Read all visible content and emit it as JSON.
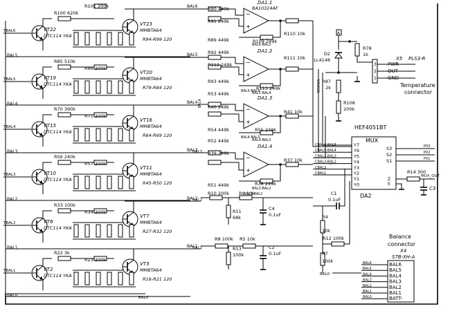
{
  "transistors": [
    {
      "ref": "VT23",
      "part": "MMBTA64"
    },
    {
      "ref": "VT22",
      "part": "DTC114 YKA"
    },
    {
      "ref": "VT20",
      "part": "MMBTA64"
    },
    {
      "ref": "VT19",
      "part": "DTC114 YKA"
    },
    {
      "ref": "VT16",
      "part": "MMBTA64"
    },
    {
      "ref": "VT15",
      "part": "DTC114 YKA"
    },
    {
      "ref": "VT11",
      "part": "MMBTA64"
    },
    {
      "ref": "VT10",
      "part": "DTC114 YKA"
    },
    {
      "ref": "VT7",
      "part": "MMBTA64"
    },
    {
      "ref": "VT6",
      "part": "DTC114 YKA"
    },
    {
      "ref": "VT3",
      "part": "MMBTA64"
    },
    {
      "ref": "VT2",
      "part": "DTC114 YKA"
    }
  ],
  "resistors": [
    {
      "ref": "R100",
      "value": "620k"
    },
    {
      "ref": "R101",
      "value": "200k"
    },
    {
      "ref": "R85",
      "value": "510k"
    },
    {
      "ref": "R86",
      "value": "200k"
    },
    {
      "ref": "R70",
      "value": "390k"
    },
    {
      "ref": "R71",
      "value": "200k"
    },
    {
      "ref": "R56",
      "value": "240k"
    },
    {
      "ref": "R57",
      "value": "200k"
    },
    {
      "ref": "R33",
      "value": "100k"
    },
    {
      "ref": "R34",
      "value": "200k"
    },
    {
      "ref": "R22",
      "value": "3k"
    },
    {
      "ref": "R23",
      "value": "200k"
    },
    {
      "ref": "R90",
      "value": "449k"
    },
    {
      "ref": "R91",
      "value": "249k"
    },
    {
      "ref": "R89",
      "value": "449k"
    },
    {
      "ref": "R92",
      "value": "449k"
    },
    {
      "ref": "R112",
      "value": "249k"
    },
    {
      "ref": "R93",
      "value": "449k"
    },
    {
      "ref": "R53",
      "value": "449k"
    },
    {
      "ref": "R40",
      "value": "249k"
    },
    {
      "ref": "R54",
      "value": "449k"
    },
    {
      "ref": "R52",
      "value": "449k"
    },
    {
      "ref": "R39",
      "value": "249k"
    },
    {
      "ref": "R51",
      "value": "449k"
    },
    {
      "ref": "R10",
      "value": "200k"
    },
    {
      "ref": "R9",
      "value": "10k"
    },
    {
      "ref": "R11",
      "value": "68k"
    },
    {
      "ref": "R8",
      "value": "100k"
    },
    {
      "ref": "R5",
      "value": "10k"
    },
    {
      "ref": "R13",
      "value": "100k"
    },
    {
      "ref": "R109",
      "value": "249k"
    },
    {
      "ref": "R110",
      "value": "10k"
    },
    {
      "ref": "R113",
      "value": "249k"
    },
    {
      "ref": "R111",
      "value": "10k"
    },
    {
      "ref": "R55",
      "value": "249k"
    },
    {
      "ref": "R41",
      "value": "10k"
    },
    {
      "ref": "R38",
      "value": "249k"
    },
    {
      "ref": "R37",
      "value": "10k"
    },
    {
      "ref": "R78",
      "value": "1k"
    },
    {
      "ref": "R87",
      "value": "2k"
    },
    {
      "ref": "R108",
      "value": "200k"
    },
    {
      "ref": "R14",
      "value": "300"
    },
    {
      "ref": "R4",
      "value": "10k"
    },
    {
      "ref": "R12",
      "value": "100k"
    },
    {
      "ref": "R7",
      "value": "100k"
    }
  ],
  "balancer_bank_labels": [
    "R94-R99 120",
    "R79-R84 120",
    "R64-R69 120",
    "R45-R50 120",
    "R27-R32 120",
    "R16-R21 120"
  ],
  "bus_labels": [
    "BAL6",
    "BAL5",
    "BAL4",
    "BAL3",
    "BAL2",
    "BAL1",
    "BAL0"
  ],
  "gate_labels": [
    "TBAL6",
    "TBAL5",
    "TBAL4",
    "TBAL3",
    "TBAL2",
    "TBAL1"
  ],
  "opamps": [
    {
      "ref": "DA1.1",
      "part": "BA10324AF"
    },
    {
      "ref": "DA1.2",
      "part": ""
    },
    {
      "ref": "DA1.3",
      "part": ""
    },
    {
      "ref": "DA1.4",
      "part": ""
    }
  ],
  "opamp_outputs": [
    "BAL6-BAL5",
    "BAL5-BAL4",
    "BAL4-BAL3",
    "BAL3-BAL2"
  ],
  "bal_in_labels": [
    "BAL4",
    "BAL3",
    "BAL2",
    "BAL1"
  ],
  "capacitors": [
    {
      "ref": "C4",
      "value": "0.1uF"
    },
    {
      "ref": "C2",
      "value": "0.1uF"
    },
    {
      "ref": "C1",
      "value": "0.1uF"
    },
    {
      "ref": "C3",
      "value": ""
    }
  ],
  "diode": {
    "ref": "D2",
    "part": "LL4148"
  },
  "temp_connector": {
    "ref": "X5",
    "part": "PLS3-R",
    "pins": [
      "PWR",
      "OUT",
      "GND"
    ],
    "numbers": [
      "3",
      "2",
      "1"
    ],
    "title_lines": [
      "Temperature",
      "connector"
    ]
  },
  "temper_label": "TEMPER",
  "mux": {
    "part": "HEF4051BT",
    "label": "MUX",
    "name": "DA2",
    "y_pins": [
      "Y7",
      "Y6",
      "Y5",
      "Y4",
      "Y3",
      "Y2",
      "Y1",
      "Y0"
    ],
    "s_pins": [
      "S3",
      "S2",
      "S1"
    ],
    "z_pins": [
      "Z",
      "E"
    ],
    "inputs": [
      "CBAL6-BAL5",
      "CBAL5-BAL4",
      "CBAL4-BAL3",
      "CBAL3-BAL2",
      "CBAL2",
      "CBAL1"
    ],
    "select_lines": [
      "P03",
      "P02",
      "P01"
    ],
    "output": "MUX_OUT"
  },
  "balance_connector": {
    "title_lines": [
      "Balance",
      "connector"
    ],
    "ref": "X4",
    "part": "S7B-XH-A",
    "pins": [
      "BAL6",
      "BAL5",
      "BAL4",
      "BAL3",
      "BAL2",
      "BAL1",
      "BATT-"
    ],
    "wire_labels": [
      "BAL6",
      "BAL5",
      "BAL4",
      "BAL3",
      "BAL2",
      "BAL1",
      "BAL0"
    ]
  }
}
